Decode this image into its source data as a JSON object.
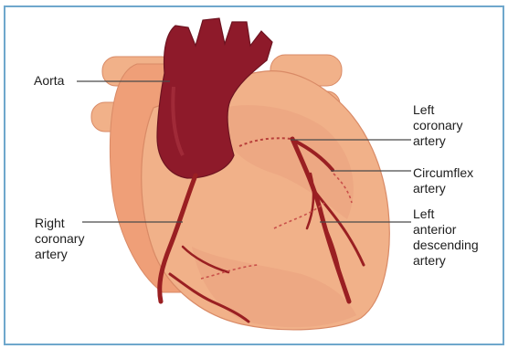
{
  "labels": {
    "aorta": "Aorta",
    "left_coronary": [
      "Left",
      "coronary",
      "artery"
    ],
    "circumflex": [
      "Circumflex",
      "artery"
    ],
    "right_coronary": [
      "Right",
      "coronary",
      "artery"
    ],
    "lad": [
      "Left",
      "anterior",
      "descending",
      "artery"
    ]
  },
  "colors": {
    "frame_border": "#6fa7cc",
    "heart_flesh": "#f1b189",
    "heart_shade": "#e09470",
    "aorta_dark": "#8e1a2a",
    "artery": "#9a1f22",
    "leader_line": "#4a4a4a"
  }
}
